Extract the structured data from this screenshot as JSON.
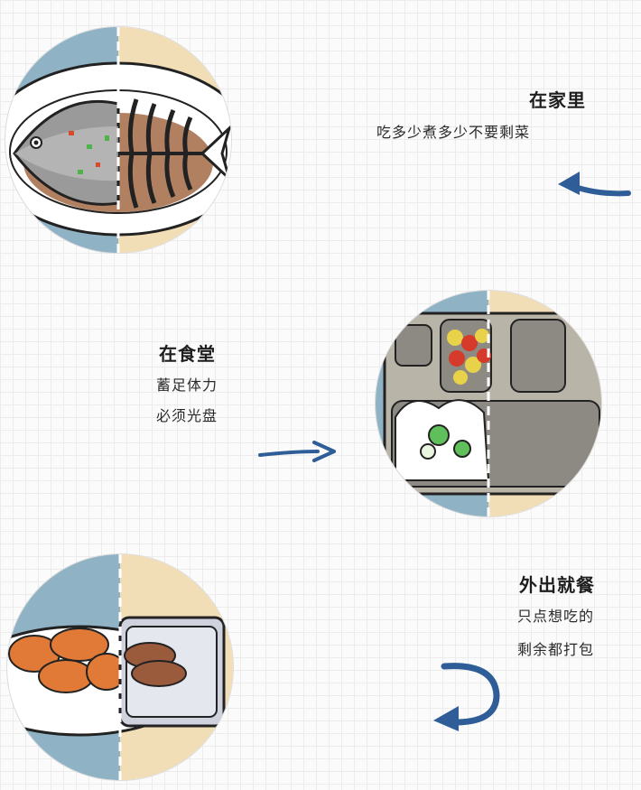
{
  "sections": [
    {
      "title": "在家里",
      "lines": [
        "吃多少煮多少不要剩菜"
      ]
    },
    {
      "title": "在食堂",
      "lines": [
        "蓄足体力",
        "必须光盘"
      ]
    },
    {
      "title": "外出就餐",
      "lines": [
        "只点想吃的",
        "剩余都打包"
      ]
    }
  ],
  "icons": {
    "arrow_1": "curved-left-arrow-icon",
    "arrow_2": "right-arrow-icon",
    "arrow_3": "u-turn-arrow-icon"
  },
  "colors": {
    "arrow_blue": "#2f5d97",
    "circle_left_bg": "#8fb3c4",
    "circle_right_bg": "#f1ddb6",
    "grid_line": "#ececec"
  }
}
